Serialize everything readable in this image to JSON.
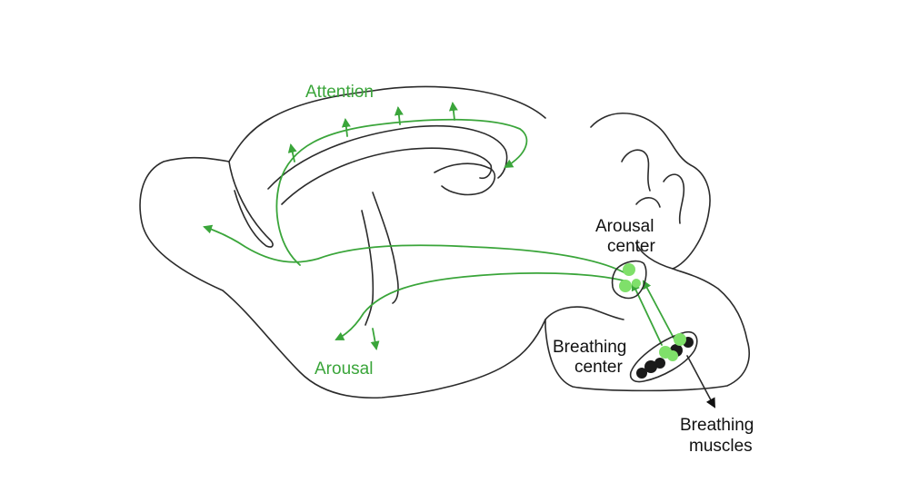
{
  "labels": {
    "attention": "Attention",
    "arousal": "Arousal",
    "arousal_center_line1": "Arousal",
    "arousal_center_line2": "center",
    "breathing_center_line1": "Breathing",
    "breathing_center_line2": "center",
    "breathing_muscles_line1": "Breathing",
    "breathing_muscles_line2": "muscles"
  },
  "colors": {
    "pathway": "#3aa53a",
    "neuron_light": "#7fe06a",
    "neuron_dark": "#1a1a1a",
    "outline": "#2b2b2b",
    "label_dark": "#111111"
  }
}
